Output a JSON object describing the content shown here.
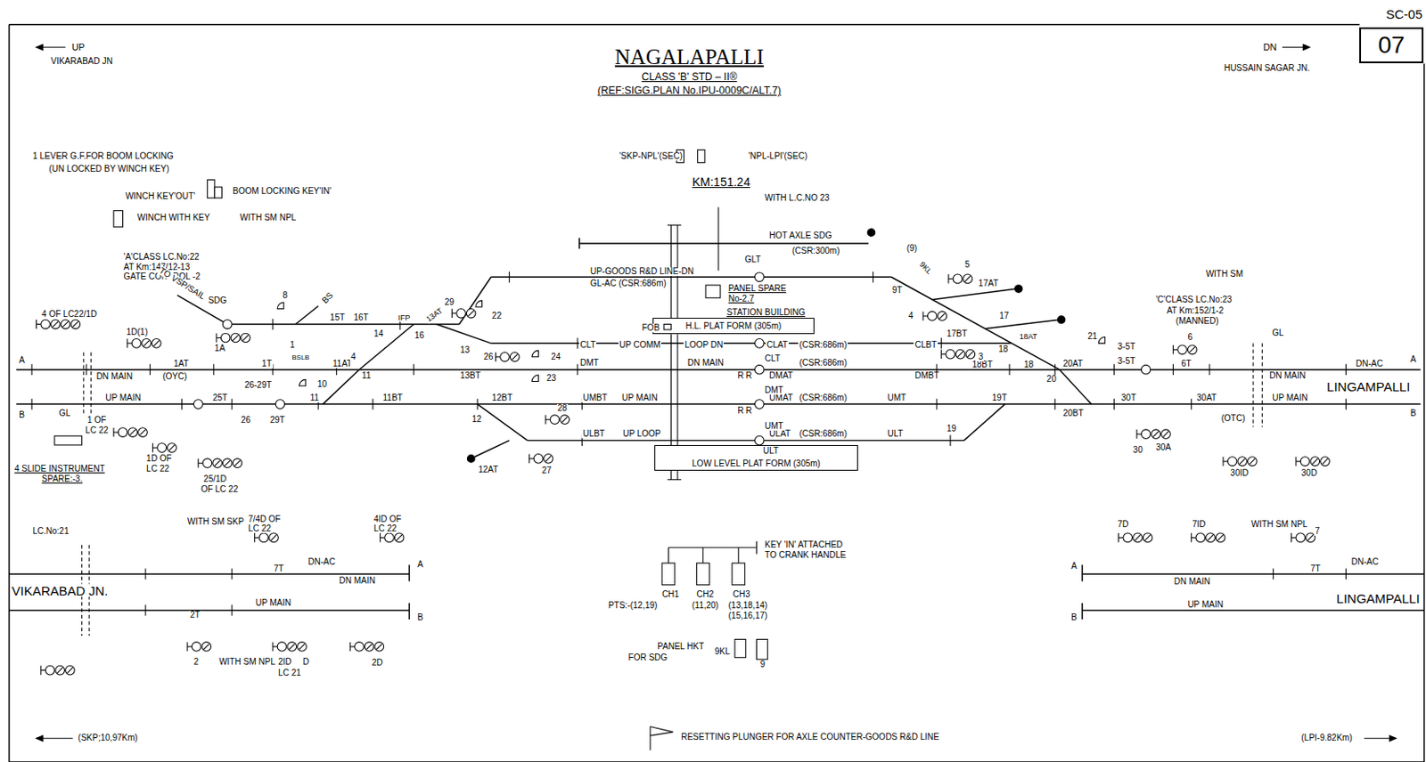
{
  "diagram": {
    "title": "NAGALAPALLI",
    "nodes": [
      {
        "text": [
          "07"
        ]
      },
      {
        "text": [
          "H.L. PLAT FORM (305m)"
        ]
      },
      {
        "text": [
          "LOW LEVEL PLAT FORM (305m)"
        ]
      }
    ],
    "edges": [
      {
        "from": 1,
        "to": 2,
        "arrow": "none"
      }
    ],
    "labels": [
      "SC-05",
      "UP",
      "VIKARABAD JN",
      "DN",
      "HUSSAIN SAGAR JN.",
      "CLASS 'B' STD – II®",
      "(REF:SIGG.PLAN No.IPU-0009C/ALT.7)",
      "'SKP-NPL'(SEC)",
      "'NPL-LPI'(SEC)",
      "KM:151.24",
      "WITH L.C.NO 23",
      "1 LEVER G.F.FOR BOOM LOCKING",
      "(UN LOCKED BY WINCH KEY)",
      "WINCH KEY'OUT'",
      "BOOM LOCKING KEY'IN'",
      "WINCH WITH KEY",
      "WITH SM NPL",
      "'A'CLASS LC.No:22",
      "AT Km:147/12-13",
      "GATE CONTROL -2",
      "4 OF LC22/1D",
      "1D(1)",
      "TO VSP/SAIL",
      "SDG",
      "8",
      "BS",
      "15T",
      "16T",
      "IFP",
      "14",
      "16",
      "13AT",
      "29",
      "22",
      "13",
      "1A",
      "1",
      "BSLB",
      "DN MAIN",
      "(OYC)",
      "1AT",
      "1T",
      "11AT",
      "4",
      "11",
      "13BT",
      "26-29T",
      "10",
      "UP MAIN",
      "25T",
      "26",
      "29T",
      "11",
      "11BT",
      "12BT",
      "UMBT",
      "UP MAIN",
      "UMAT",
      "(CSR:686m)",
      "UMT",
      "19T",
      "A",
      "B",
      "GL",
      "1 OF",
      "LC 22",
      "1D OF",
      "LC 22",
      "25/1D",
      "OF LC 22",
      "4 SLIDE INSTRUMENT",
      "SPARE:-3.",
      "12",
      "12AT",
      "27",
      "28",
      "ULBT",
      "UP LOOP",
      "ULAT",
      "(CSR:686m)",
      "ULT",
      "19",
      "ULT",
      "CLT",
      "UP COMM",
      "LOOP DN",
      "CLAT",
      "(CSR:686m)",
      "CLBT",
      "CLT",
      "DMT",
      "DN MAIN",
      "DMAT",
      "(CSR:686m)",
      "DMBT",
      "R",
      "R",
      "R",
      "R",
      "DMT",
      "UMT",
      "26",
      "24",
      "23",
      "18BT",
      "18",
      "17BT",
      "3",
      "4",
      "17",
      "18AT",
      "18",
      "20AT",
      "20",
      "20BT",
      "30T",
      "30AT",
      "3-5T",
      "3-5T",
      "6",
      "6T",
      "21",
      "GL",
      "DN-AC",
      "DN MAIN",
      "LINGAMPALLI",
      "UP MAIN",
      "(OTC)",
      "A",
      "B",
      "WITH SM",
      "'C'CLASS LC.No:23",
      "AT Km:152/1-2",
      "(MANNED)",
      "30",
      "30A",
      "30ID",
      "30D",
      "HOT AXLE SDG",
      "(CSR:300m)",
      "GLT",
      "(9)",
      "9KL",
      "5",
      "17AT",
      "9T",
      "UP-GOODS R&D LINE-DN",
      "GL-AC (CSR:686m)",
      "PANEL SPARE",
      "No-2.7",
      "STATION BUILDING",
      "FOB",
      "LC.No:21",
      "WITH SM SKP",
      "7/4D OF",
      "LC 22",
      "4ID OF",
      "LC 22",
      "7T",
      "DN-AC",
      "DN MAIN",
      "A",
      "B",
      "VIKARABAD JN.",
      "UP MAIN",
      "2T",
      "2",
      "WITH SM NPL",
      "2ID",
      "D",
      "LC 21",
      "2D",
      "KEY 'IN' ATTACHED",
      "TO CRANK HANDLE",
      "CH1",
      "CH2",
      "CH3",
      "PTS:-(12,19)",
      "(11,20)",
      "(13,18,14)",
      "(15,16,17)",
      "PANEL HKT",
      "FOR SDG",
      "9KL",
      "9",
      "RESETTING PLUNGER FOR AXLE COUNTER-GOODS R&D LINE",
      "(SKP;10,97Km)",
      "(LPI-9.82Km)",
      "7D",
      "7ID",
      "WITH SM NPL",
      "7",
      "DN-AC",
      "7T",
      "A",
      "B",
      "DN MAIN",
      "UP MAIN",
      "LINGAMPALLI"
    ]
  }
}
